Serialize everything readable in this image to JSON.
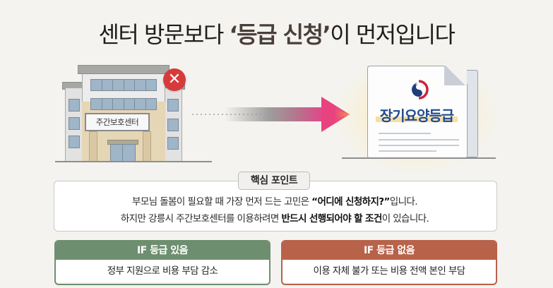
{
  "title": {
    "prefix": "센터 방문보다 ",
    "highlight": "‘등급 신청’",
    "suffix": "이 먼저입니다"
  },
  "illustration": {
    "building_sign": "주간보호센터",
    "building_status_icon": "close-icon",
    "document_title": "장기요양등급",
    "document_emblem": "government-emblem-icon",
    "colors": {
      "x_badge": "#d63b3b",
      "arrow_end": "#e8427f",
      "document_title": "#1f4b8f"
    }
  },
  "key_point": {
    "tag": "핵심 포인트",
    "line1_prefix": "부모님 돌봄이 필요할 때 가장 먼저 드는 고민은 ",
    "line1_bold": "“어디에 신청하지?”",
    "line1_suffix": "입니다.",
    "line2_prefix": "하지만 강릉시 주간보호센터를 이용하려면 ",
    "line2_bold": "반드시 선행되어야 할 조건",
    "line2_suffix": "이 있습니다."
  },
  "cards": [
    {
      "header": "IF 등급 있음",
      "body": "정부 지원으로 비용 부담 감소",
      "color": "#6e8f6f"
    },
    {
      "header": "IF 등급 없음",
      "body": "이용 자체 불가 또는 비용 전액 본인 부담",
      "color": "#b8624a"
    }
  ]
}
